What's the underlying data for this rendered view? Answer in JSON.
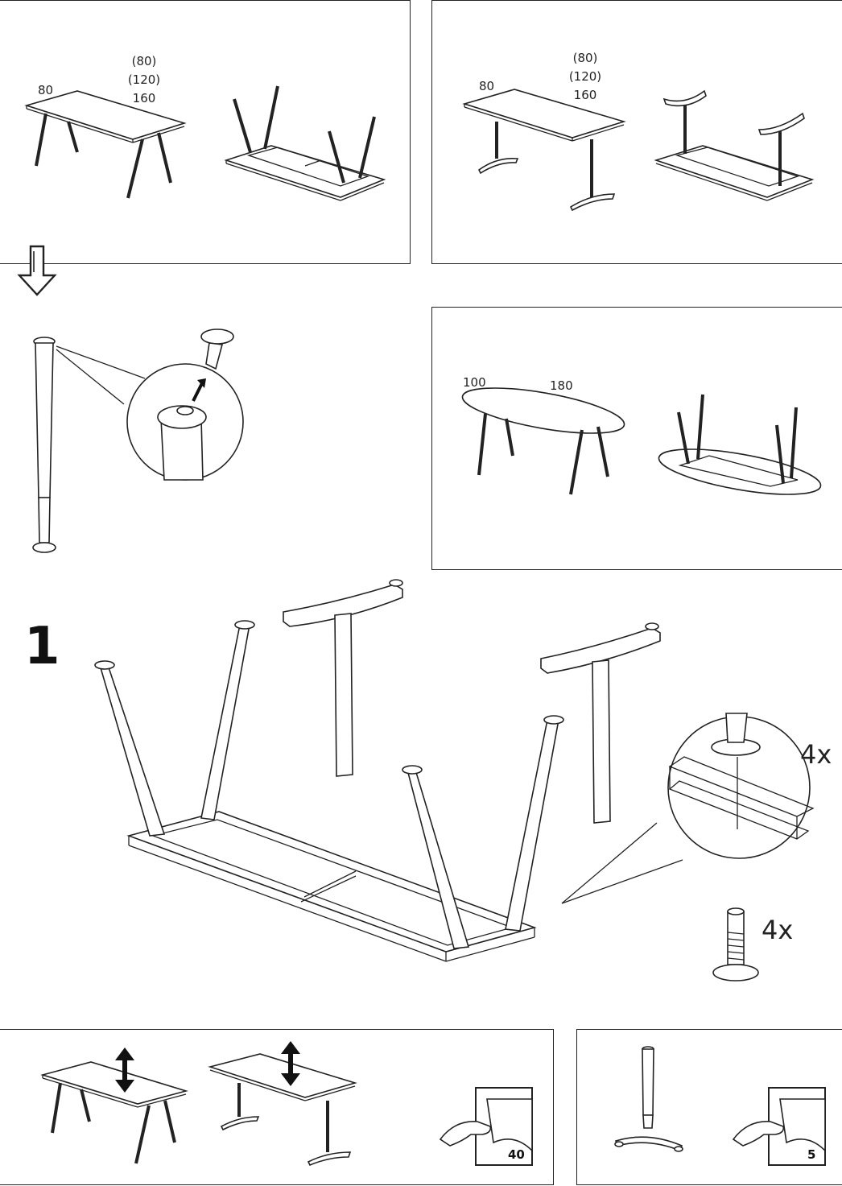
{
  "panel_a": {
    "dim_width": "80",
    "dim_lengths": [
      "(80)",
      "(120)",
      "160"
    ]
  },
  "panel_b": {
    "dim_width": "80",
    "dim_lengths": [
      "(80)",
      "(120)",
      "160"
    ]
  },
  "panel_oval": {
    "dim_width": "100",
    "dim_length": "180"
  },
  "step": {
    "number": "1",
    "qty_top": "4x",
    "qty_bottom": "4x"
  },
  "bottom_left": {
    "page_ref": "40"
  },
  "bottom_right": {
    "page_ref": "5"
  },
  "icons": [
    "down-arrow-icon",
    "up-down-arrow-icon",
    "turn-page-icon"
  ],
  "colors": {
    "line": "#222222",
    "paper": "#ffffff"
  }
}
